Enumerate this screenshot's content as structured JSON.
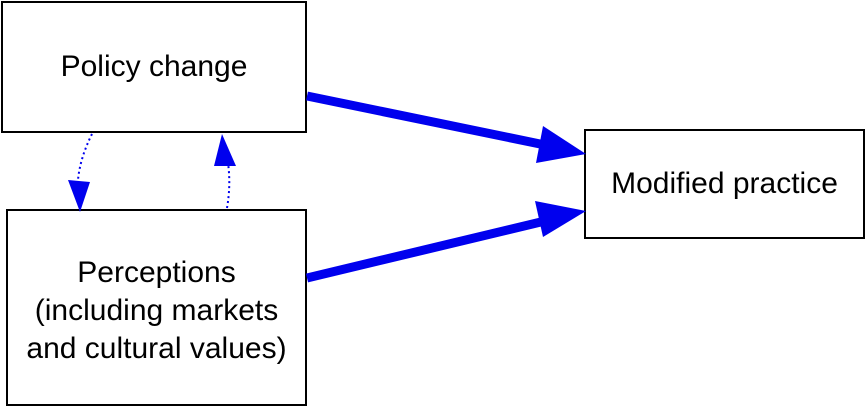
{
  "diagram": {
    "nodes": {
      "policy": {
        "label": "Policy change"
      },
      "perceptions": {
        "lines": [
          "Perceptions",
          "(including markets",
          "and cultural values)"
        ]
      },
      "modified": {
        "label": "Modified practice"
      }
    },
    "edges": [
      {
        "from": "policy",
        "to": "modified",
        "style": "solid-thick"
      },
      {
        "from": "perceptions",
        "to": "modified",
        "style": "solid-thick"
      },
      {
        "from": "policy",
        "to": "perceptions",
        "style": "dotted"
      },
      {
        "from": "perceptions",
        "to": "policy",
        "style": "dotted"
      }
    ],
    "colors": {
      "edge": "#0000ee",
      "border": "#000000"
    }
  }
}
